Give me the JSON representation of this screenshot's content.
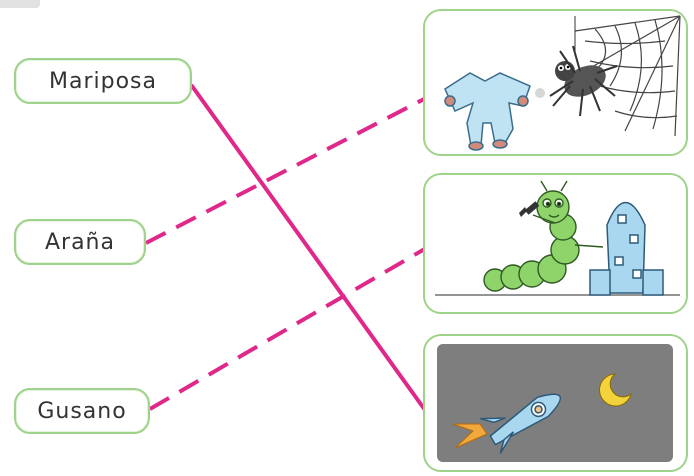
{
  "words": [
    {
      "id": "mariposa",
      "label": "Mariposa"
    },
    {
      "id": "arana",
      "label": "Araña"
    },
    {
      "id": "gusano",
      "label": "Gusano"
    }
  ],
  "pictures": [
    {
      "id": "onesie-spider",
      "icon": "spider-web-onesie-icon"
    },
    {
      "id": "caterpillar-rocket",
      "icon": "caterpillar-rocket-icon"
    },
    {
      "id": "rocket-night",
      "icon": "rocket-moon-icon"
    }
  ],
  "connections": [
    {
      "from": "mariposa",
      "to": "rocket-night",
      "style": "solid"
    },
    {
      "from": "arana",
      "to": "onesie-spider",
      "style": "dashed"
    },
    {
      "from": "gusano",
      "to": "caterpillar-rocket",
      "style": "dashed"
    }
  ],
  "colors": {
    "line": "#e0288a",
    "border": "#9fd28a"
  }
}
